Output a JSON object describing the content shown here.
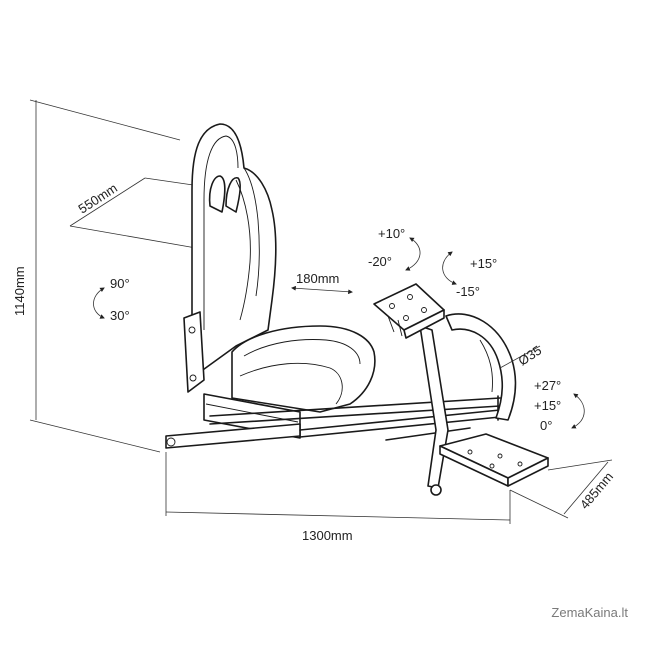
{
  "dimensions": {
    "height": "1140mm",
    "seat_width": "550mm",
    "slide": "180mm",
    "length": "1300mm",
    "pedal_depth": "485mm",
    "tube_diameter": "Ø35"
  },
  "angles": {
    "backrest": [
      "90°",
      "30°"
    ],
    "wheel_pitch": [
      "+10°",
      "-20°"
    ],
    "wheel_yaw": [
      "+15°",
      "-15°"
    ],
    "pedal": [
      "+27°",
      "+15°",
      "0°"
    ]
  },
  "watermark": "ZemaKaina.lt"
}
